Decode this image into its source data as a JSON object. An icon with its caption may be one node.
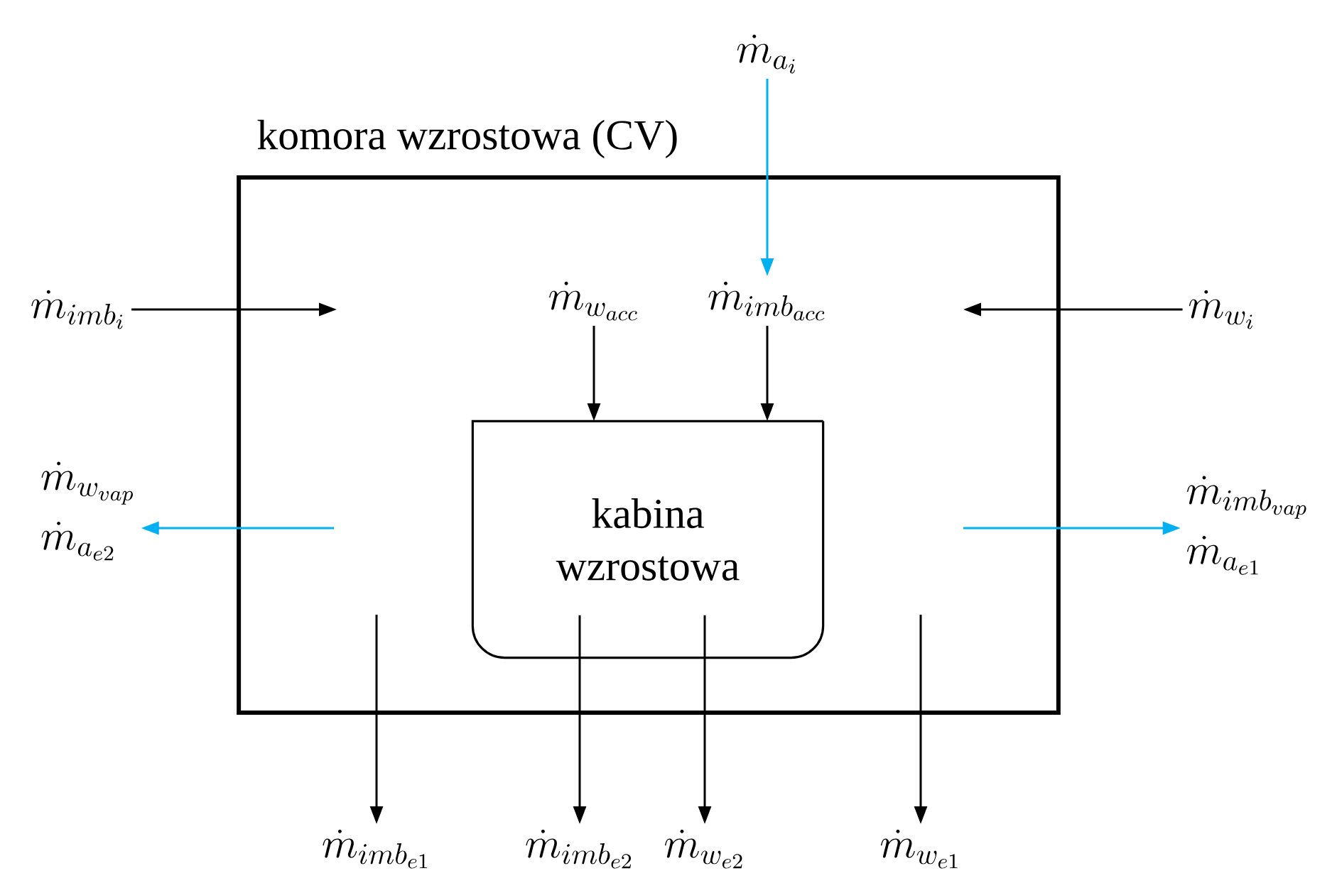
{
  "diagram": {
    "nodes": [
      {
        "text": [
          "komora wzrostowa (CV)"
        ]
      },
      {
        "text": [
          "kabina wzrostowa"
        ],
        "in": 0
      },
      {
        "text": [
          "\\dot{m}_{a_i}"
        ]
      },
      {
        "text": [
          "\\dot{m}_{imb_i}"
        ]
      },
      {
        "text": [
          "\\dot{m}_{w_{acc}}"
        ],
        "in": 0
      },
      {
        "text": [
          "\\dot{m}_{imb_{acc}}"
        ],
        "in": 0
      },
      {
        "text": [
          "\\dot{m}_{w_i}"
        ]
      },
      {
        "text": [
          "\\dot{m}_{w_{vap}}",
          "\\dot{m}_{a_{e2}}"
        ]
      },
      {
        "text": [
          "\\dot{m}_{imb_{vap}}",
          "\\dot{m}_{a_{e1}}"
        ]
      },
      {
        "text": [
          "\\dot{m}_{imb_{e1}}"
        ]
      },
      {
        "text": [
          "\\dot{m}_{imb_{e2}}"
        ]
      },
      {
        "text": [
          "\\dot{m}_{w_{e2}}"
        ]
      },
      {
        "text": [
          "\\dot{m}_{w_{e1}}"
        ]
      }
    ],
    "edges": [
      {
        "from": 2,
        "to": 5,
        "arrow": "to",
        "color": "#00b0f0"
      },
      {
        "from": 3,
        "to": null,
        "arrow": "to"
      },
      {
        "from": 6,
        "to": null,
        "arrow": "to"
      },
      {
        "from": 4,
        "to": 1,
        "arrow": "to"
      },
      {
        "from": 5,
        "to": 1,
        "arrow": "to"
      },
      {
        "from": null,
        "to": 7,
        "arrow": "to",
        "color": "#00b0f0"
      },
      {
        "from": null,
        "to": 8,
        "arrow": "to",
        "color": "#00b0f0"
      },
      {
        "from": null,
        "to": 9,
        "arrow": "to"
      },
      {
        "from": 1,
        "to": 10,
        "arrow": "to"
      },
      {
        "from": 1,
        "to": 11,
        "arrow": "to"
      },
      {
        "from": null,
        "to": 12,
        "arrow": "to"
      }
    ]
  }
}
